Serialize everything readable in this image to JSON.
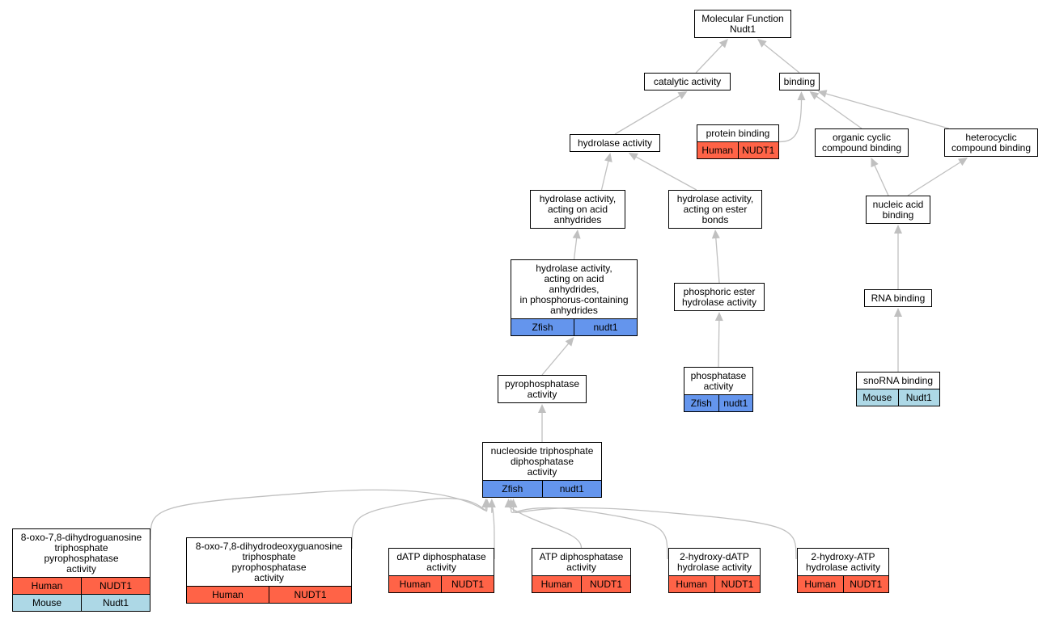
{
  "colors": {
    "Human": "#ff6347",
    "Zfish": "#6495ed",
    "Mouse": "#add8e6",
    "edge": "#c0c0c0"
  },
  "nodes": [
    {
      "id": "mf",
      "label": "Molecular Function\nNudt1",
      "ann": []
    },
    {
      "id": "catalytic",
      "label": "catalytic activity",
      "ann": []
    },
    {
      "id": "binding",
      "label": "binding",
      "ann": []
    },
    {
      "id": "protein_binding",
      "label": "protein binding",
      "ann": [
        [
          "Human",
          "NUDT1"
        ]
      ]
    },
    {
      "id": "organic_cyclic",
      "label": "organic cyclic\ncompound binding",
      "ann": []
    },
    {
      "id": "heterocyclic",
      "label": "heterocyclic\ncompound binding",
      "ann": []
    },
    {
      "id": "hydrolase",
      "label": "hydrolase activity",
      "ann": []
    },
    {
      "id": "hyd_anhydrides",
      "label": "hydrolase activity,\nacting on acid\nanhydrides",
      "ann": []
    },
    {
      "id": "hyd_ester",
      "label": "hydrolase activity,\nacting on ester\nbonds",
      "ann": []
    },
    {
      "id": "nucleic_acid",
      "label": "nucleic acid\nbinding",
      "ann": []
    },
    {
      "id": "hyd_phosphorus",
      "label": "hydrolase activity,\nacting on acid\nanhydrides,\nin phosphorus-containing\nanhydrides",
      "ann": [
        [
          "Zfish",
          "nudt1"
        ]
      ]
    },
    {
      "id": "phosphoric_ester",
      "label": "phosphoric ester\nhydrolase activity",
      "ann": []
    },
    {
      "id": "rna_binding",
      "label": "RNA binding",
      "ann": []
    },
    {
      "id": "pyrophosphatase",
      "label": "pyrophosphatase\nactivity",
      "ann": []
    },
    {
      "id": "phosphatase",
      "label": "phosphatase\nactivity",
      "ann": [
        [
          "Zfish",
          "nudt1"
        ]
      ]
    },
    {
      "id": "snorna",
      "label": "snoRNA binding",
      "ann": [
        [
          "Mouse",
          "Nudt1"
        ]
      ]
    },
    {
      "id": "ntp_diphos",
      "label": "nucleoside triphosphate\ndiphosphatase\nactivity",
      "ann": [
        [
          "Zfish",
          "nudt1"
        ]
      ]
    },
    {
      "id": "oxo_g",
      "label": "8-oxo-7,8-dihydroguanosine\ntriphosphate\npyrophosphatase\nactivity",
      "ann": [
        [
          "Human",
          "NUDT1"
        ],
        [
          "Mouse",
          "Nudt1"
        ]
      ]
    },
    {
      "id": "oxo_dg",
      "label": "8-oxo-7,8-dihydrodeoxyguanosine\ntriphosphate\npyrophosphatase\nactivity",
      "ann": [
        [
          "Human",
          "NUDT1"
        ]
      ]
    },
    {
      "id": "datp",
      "label": "dATP diphosphatase\nactivity",
      "ann": [
        [
          "Human",
          "NUDT1"
        ]
      ]
    },
    {
      "id": "atp",
      "label": "ATP diphosphatase\nactivity",
      "ann": [
        [
          "Human",
          "NUDT1"
        ]
      ]
    },
    {
      "id": "hdatp",
      "label": "2-hydroxy-dATP\nhydrolase activity",
      "ann": [
        [
          "Human",
          "NUDT1"
        ]
      ]
    },
    {
      "id": "hatp",
      "label": "2-hydroxy-ATP\nhydrolase activity",
      "ann": [
        [
          "Human",
          "NUDT1"
        ]
      ]
    }
  ],
  "edges": [
    [
      "catalytic",
      "mf"
    ],
    [
      "binding",
      "mf"
    ],
    [
      "hydrolase",
      "catalytic"
    ],
    [
      "protein_binding",
      "binding"
    ],
    [
      "organic_cyclic",
      "binding"
    ],
    [
      "heterocyclic",
      "binding"
    ],
    [
      "hyd_anhydrides",
      "hydrolase"
    ],
    [
      "hyd_ester",
      "hydrolase"
    ],
    [
      "nucleic_acid",
      "organic_cyclic"
    ],
    [
      "nucleic_acid",
      "heterocyclic"
    ],
    [
      "hyd_phosphorus",
      "hyd_anhydrides"
    ],
    [
      "phosphoric_ester",
      "hyd_ester"
    ],
    [
      "rna_binding",
      "nucleic_acid"
    ],
    [
      "pyrophosphatase",
      "hyd_phosphorus"
    ],
    [
      "phosphatase",
      "phosphoric_ester"
    ],
    [
      "snorna",
      "rna_binding"
    ],
    [
      "ntp_diphos",
      "pyrophosphatase"
    ],
    [
      "oxo_g",
      "ntp_diphos"
    ],
    [
      "oxo_dg",
      "ntp_diphos"
    ],
    [
      "datp",
      "ntp_diphos"
    ],
    [
      "atp",
      "ntp_diphos"
    ],
    [
      "hdatp",
      "ntp_diphos"
    ],
    [
      "hatp",
      "ntp_diphos"
    ]
  ]
}
